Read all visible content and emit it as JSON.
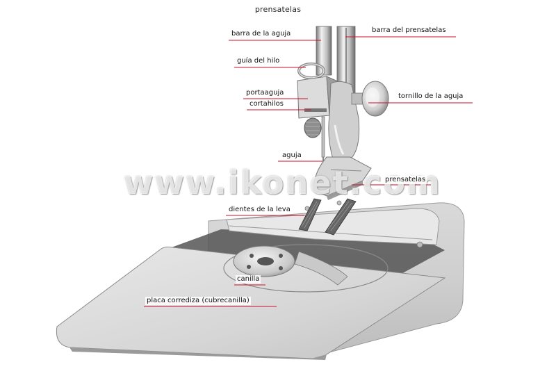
{
  "title": "prensatelas",
  "watermark": "www.ikonet.com",
  "labels": {
    "barra_aguja": "barra de la aguja",
    "barra_prensatelas": "barra del prensatelas",
    "guia_hilo": "guía del hilo",
    "portaaguja": "portaaguja",
    "cortahilos": "cortahilos",
    "tornillo_aguja": "tornillo de la aguja",
    "aguja": "aguja",
    "prensatelas": "prensatelas",
    "dientes_leva": "dientes de la leva",
    "canilla": "canilla",
    "placa_corrediza": "placa corrediza (cubrecanilla)"
  },
  "colors": {
    "leader": "#c8102e",
    "metal_light": "#e6e6e6",
    "metal_mid": "#b8b8b8",
    "metal_dark": "#6e6e6e"
  }
}
